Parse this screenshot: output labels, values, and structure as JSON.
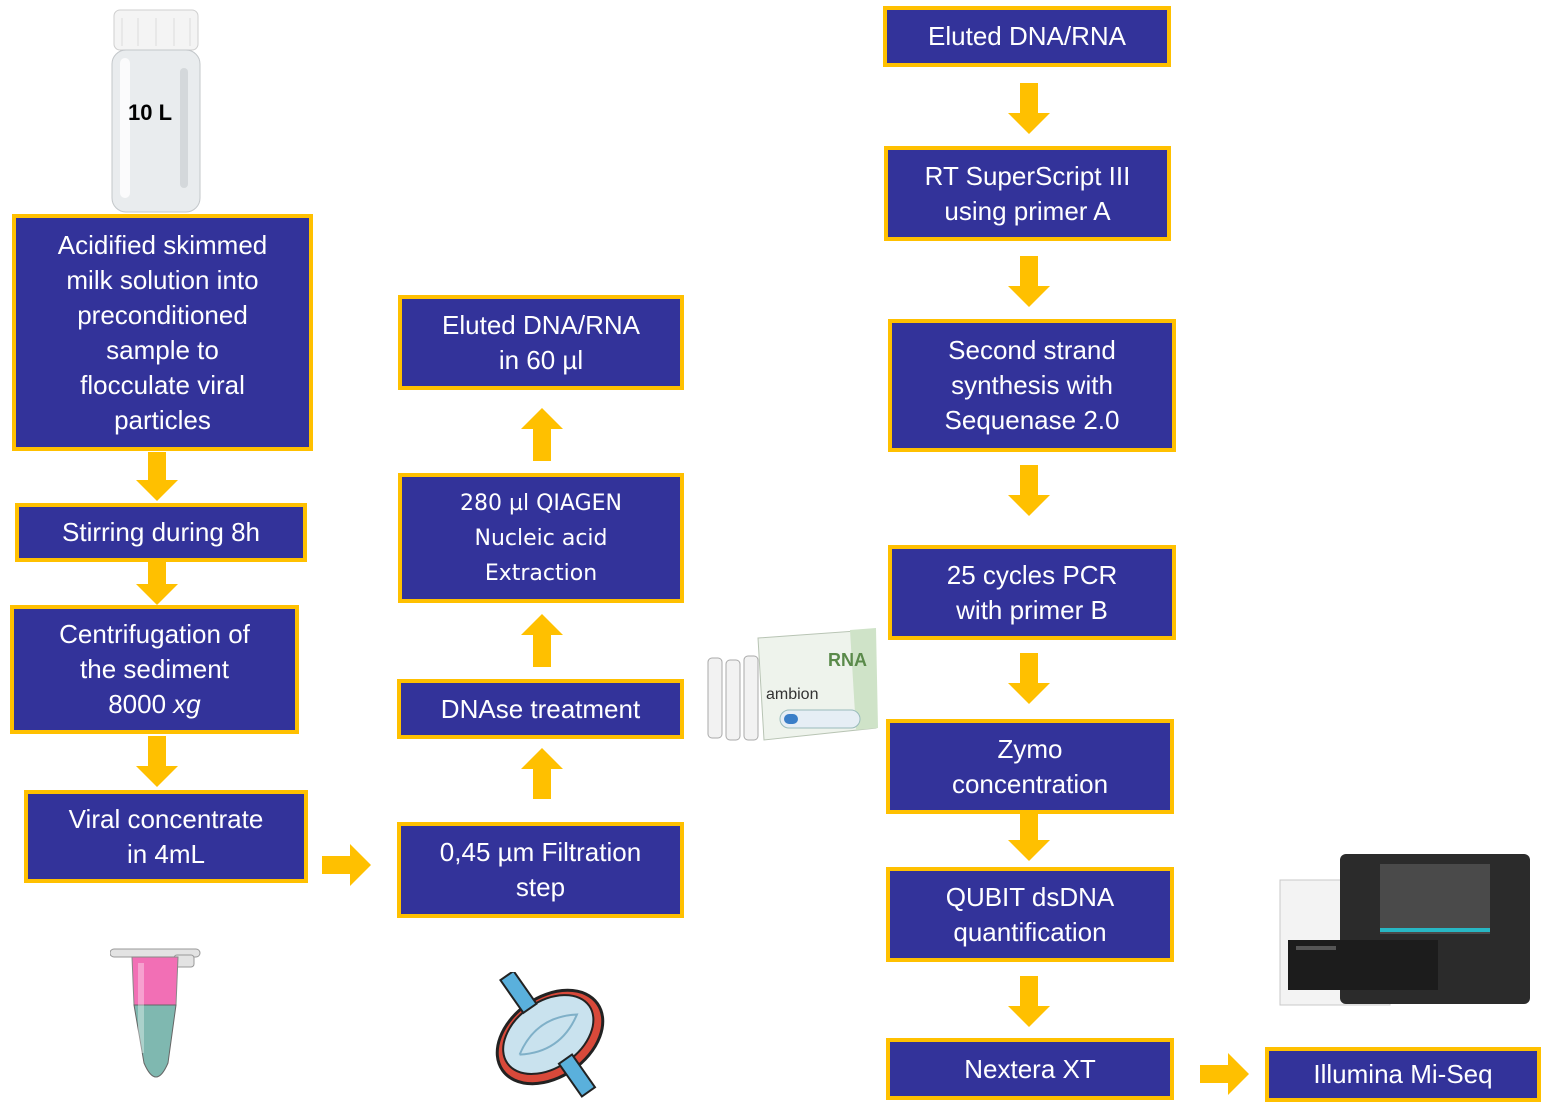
{
  "colors": {
    "box_fill": "#33339a",
    "box_border": "#ffc000",
    "arrow": "#ffc000",
    "text": "#ffffff"
  },
  "jar": {
    "label": "10 L"
  },
  "left_column": {
    "acidified": "Acidified skimmed\nmilk solution into\npreconditioned\nsample to\nflocculate viral\nparticles",
    "stirring": "Stirring during 8h",
    "centrifugation_a": "Centrifugation of\nthe sediment\n8000 ",
    "centrifugation_b": "xg",
    "viral": "Viral concentrate\nin 4mL"
  },
  "middle_column": {
    "eluted": "Eluted DNA/RNA\nin 60 µl",
    "qiagen": "280 µl QIAGEN\nNucleic acid\nExtraction",
    "dnase": "DNAse treatment",
    "filtration": "0,45 µm Filtration\nstep"
  },
  "kit_image": {
    "label_rna": "RNA",
    "label_brand": "ambion"
  },
  "right_column": {
    "eluted": "Eluted DNA/RNA",
    "rt": "RT SuperScript III\nusing primer A",
    "second": "Second strand\nsynthesis with\nSequenase 2.0",
    "pcr": "25 cycles PCR\nwith primer B",
    "zymo": "Zymo\nconcentration",
    "qubit": "QUBIT dsDNA\nquantification",
    "nextera": "Nextera XT"
  },
  "final": {
    "illumina": "Illumina Mi-Seq"
  },
  "icons": [
    "jar-icon",
    "microtube-icon",
    "syringe-filter-icon",
    "rna-kit-icon",
    "sequencer-icon"
  ]
}
